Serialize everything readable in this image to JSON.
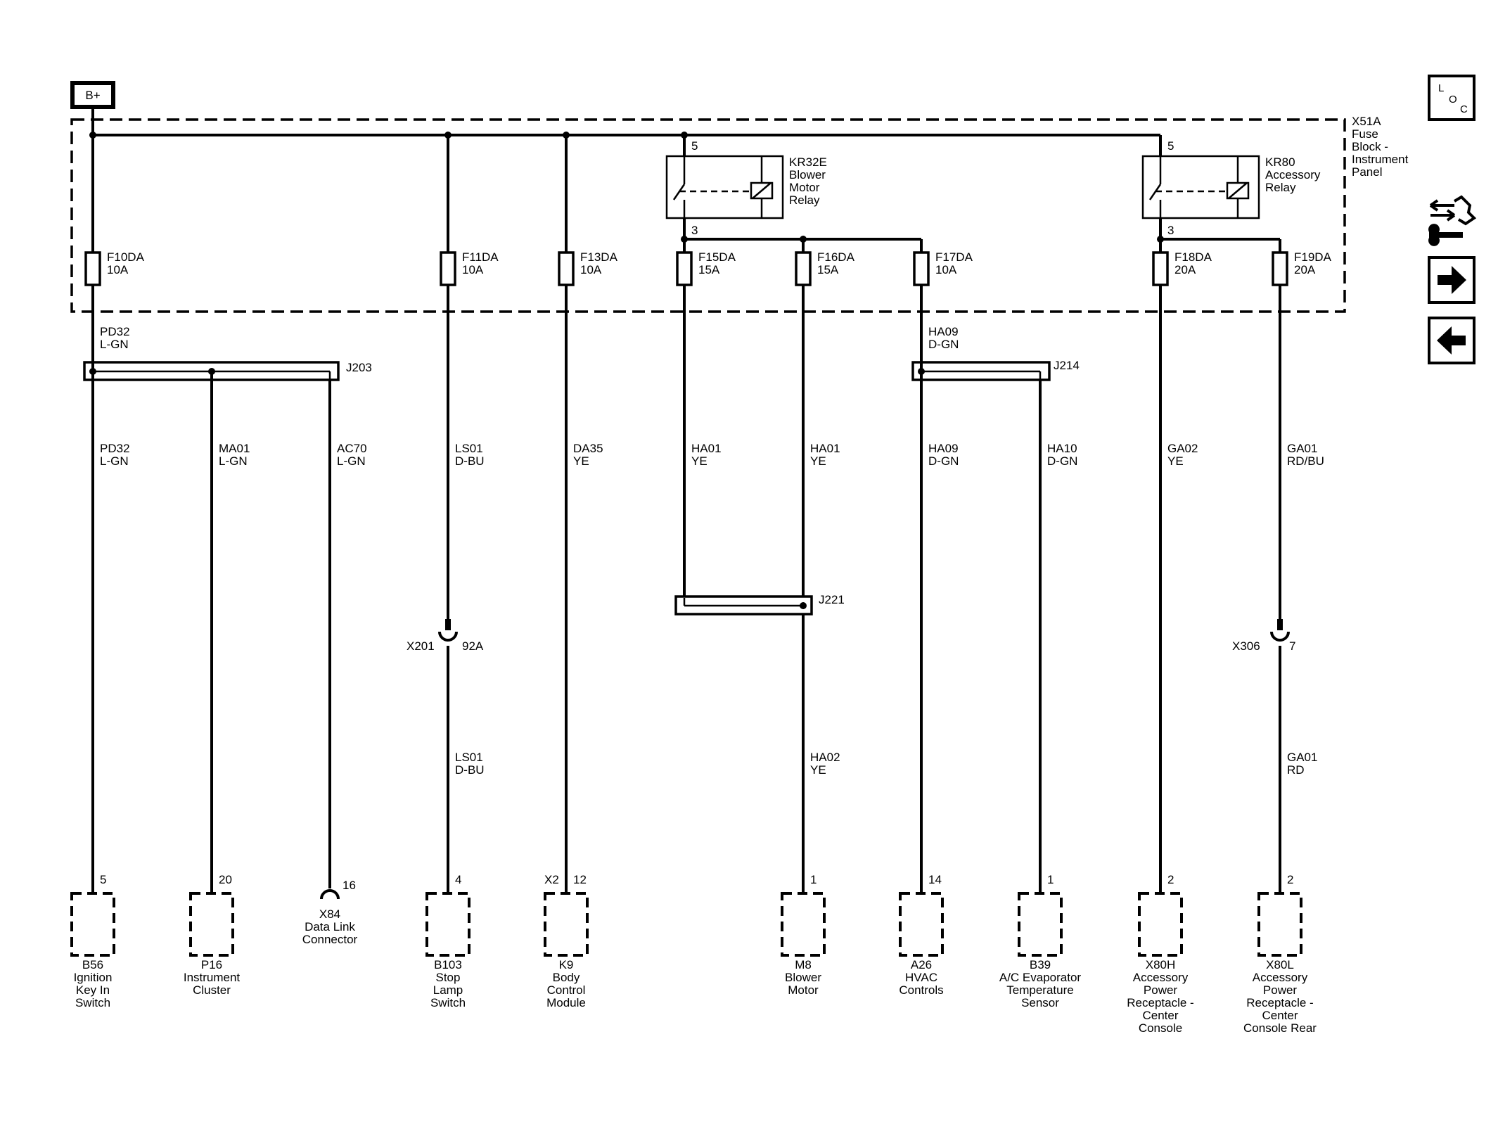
{
  "power": {
    "label": "B+"
  },
  "fuse_block": {
    "id": "X51A",
    "name": [
      "Fuse",
      "Block -",
      "Instrument",
      "Panel"
    ]
  },
  "relays": [
    {
      "id": "KR32E",
      "name": [
        "Blower",
        "Motor",
        "Relay"
      ],
      "pin_in": "5",
      "pin_out": "3"
    },
    {
      "id": "KR80",
      "name": [
        "Accessory",
        "Relay"
      ],
      "pin_in": "5",
      "pin_out": "3"
    }
  ],
  "fuses": [
    {
      "id": "F10DA",
      "rating": "10A"
    },
    {
      "id": "F11DA",
      "rating": "10A"
    },
    {
      "id": "F13DA",
      "rating": "10A"
    },
    {
      "id": "F15DA",
      "rating": "15A"
    },
    {
      "id": "F16DA",
      "rating": "15A"
    },
    {
      "id": "F17DA",
      "rating": "10A"
    },
    {
      "id": "F18DA",
      "rating": "20A"
    },
    {
      "id": "F19DA",
      "rating": "20A"
    }
  ],
  "splices": [
    {
      "id": "J203"
    },
    {
      "id": "J214"
    },
    {
      "id": "J221"
    }
  ],
  "inline_connectors": [
    {
      "id": "X201",
      "pin": "92A"
    },
    {
      "id": "X306",
      "pin": "7"
    }
  ],
  "wires": [
    {
      "circuit": "PD32",
      "color": "L-GN"
    },
    {
      "circuit": "PD32",
      "color": "L-GN"
    },
    {
      "circuit": "MA01",
      "color": "L-GN"
    },
    {
      "circuit": "AC70",
      "color": "L-GN"
    },
    {
      "circuit": "LS01",
      "color": "D-BU"
    },
    {
      "circuit": "DA35",
      "color": "YE"
    },
    {
      "circuit": "HA01",
      "color": "YE"
    },
    {
      "circuit": "HA01",
      "color": "YE"
    },
    {
      "circuit": "HA09",
      "color": "D-GN"
    },
    {
      "circuit": "HA09",
      "color": "D-GN"
    },
    {
      "circuit": "HA10",
      "color": "D-GN"
    },
    {
      "circuit": "GA02",
      "color": "YE"
    },
    {
      "circuit": "GA01",
      "color": "RD/BU"
    },
    {
      "circuit": "LS01",
      "color": "D-BU"
    },
    {
      "circuit": "HA02",
      "color": "YE"
    },
    {
      "circuit": "GA01",
      "color": "RD"
    }
  ],
  "components": [
    {
      "id": "B56",
      "pin": "5",
      "name": [
        "Ignition",
        "Key In",
        "Switch"
      ]
    },
    {
      "id": "P16",
      "pin": "20",
      "name": [
        "Instrument",
        "Cluster"
      ]
    },
    {
      "id": "X84",
      "pin": "16",
      "name": [
        "Data Link",
        "Connector"
      ]
    },
    {
      "id": "B103",
      "pin": "4",
      "name": [
        "Stop",
        "Lamp",
        "Switch"
      ]
    },
    {
      "id": "K9",
      "connector": "X2",
      "pin": "12",
      "name": [
        "Body",
        "Control",
        "Module"
      ]
    },
    {
      "id": "M8",
      "pin": "1",
      "name": [
        "Blower",
        "Motor"
      ]
    },
    {
      "id": "A26",
      "pin": "14",
      "name": [
        "HVAC",
        "Controls"
      ]
    },
    {
      "id": "B39",
      "pin": "1",
      "name": [
        "A/C Evaporator",
        "Temperature",
        "Sensor"
      ]
    },
    {
      "id": "X80H",
      "pin": "2",
      "name": [
        "Accessory",
        "Power",
        "Receptacle -",
        "Center",
        "Console"
      ]
    },
    {
      "id": "X80L",
      "pin": "2",
      "name": [
        "Accessory",
        "Power",
        "Receptacle -",
        "Center",
        "Console Rear"
      ]
    }
  ],
  "nav": {
    "loc": {
      "letters": [
        "L",
        "O",
        "C"
      ],
      "icon": "location-icon"
    },
    "tools_icon": "connector-tools-icon",
    "next_icon": "arrow-right-icon",
    "prev_icon": "arrow-left-icon"
  }
}
